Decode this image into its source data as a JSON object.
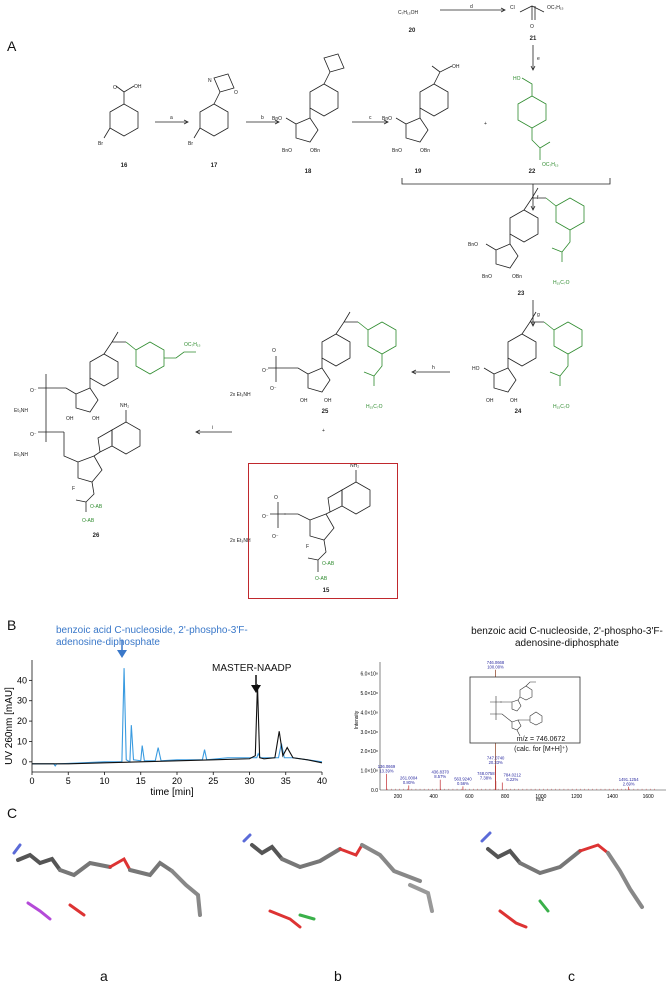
{
  "panels": {
    "A": "A",
    "B": "B",
    "C": "C"
  },
  "scheme": {
    "compounds": [
      {
        "id": "16"
      },
      {
        "id": "17"
      },
      {
        "id": "18"
      },
      {
        "id": "19"
      },
      {
        "id": "20"
      },
      {
        "id": "21"
      },
      {
        "id": "22"
      },
      {
        "id": "23"
      },
      {
        "id": "24"
      },
      {
        "id": "25"
      },
      {
        "id": "15"
      },
      {
        "id": "26"
      }
    ],
    "steps": [
      "a",
      "b",
      "c",
      "d",
      "e",
      "f",
      "g",
      "h",
      "i"
    ],
    "reagent_20": "C₇H₁₅OH",
    "chain_label": "OC₇H₁₅",
    "chain_label_rev": "H₁₅C₇O",
    "oab": "O-AB",
    "salt_25": "2x Et₃NH",
    "salt_26": "Et₃NH",
    "plus": "+",
    "nh2": "NH₂"
  },
  "chromatogram": {
    "annotation_blue": "benzoic acid C-nucleoside, 2'-phospho-3'F-adenosine-diphosphate",
    "annotation_black": "MASTER-NAADP",
    "colors": {
      "blue": "#3a9be0",
      "black": "#111111"
    }
  },
  "chart_data": {
    "type": "line",
    "title": "",
    "xlabel": "time [min]",
    "ylabel": "UV 260nm [mAU]",
    "xlim": [
      0,
      40
    ],
    "ylim": [
      -5,
      50
    ],
    "xticks": [
      0,
      5,
      10,
      15,
      20,
      25,
      30,
      35,
      40
    ],
    "yticks": [
      0,
      10,
      20,
      30,
      40
    ],
    "series": [
      {
        "name": "",
        "color": "#3a9be0",
        "x": [
          0,
          3,
          3.2,
          3.4,
          7,
          10,
          12.4,
          12.7,
          13,
          13.5,
          13.7,
          14,
          15,
          15.2,
          15.5,
          17,
          17.4,
          17.8,
          20,
          23.5,
          23.8,
          24.1,
          27,
          30,
          31,
          31.2,
          31.5,
          32,
          34,
          34.4,
          34.8,
          36,
          38,
          40
        ],
        "y": [
          -1,
          -1,
          -2,
          -1,
          -0.5,
          0,
          0,
          46,
          1,
          0,
          18,
          1,
          0.5,
          8,
          0.5,
          0.5,
          7,
          0.5,
          1,
          1,
          6,
          1,
          2,
          2,
          2,
          4,
          2,
          2,
          2,
          9,
          2,
          2,
          1,
          0
        ]
      },
      {
        "name": "",
        "color": "#111111",
        "x": [
          0,
          5,
          10,
          15,
          20,
          25,
          30,
          30.8,
          31.1,
          31.4,
          32,
          33.5,
          34.1,
          34.6,
          35.2,
          36,
          38,
          40
        ],
        "y": [
          -1,
          -1,
          -0.5,
          0,
          0.5,
          1,
          1.5,
          3,
          38,
          2,
          1.5,
          2,
          15,
          3,
          7,
          2,
          1,
          -0.5
        ]
      }
    ]
  },
  "mass_spec": {
    "title": "benzoic acid C-nucleoside, 2'-phospho-3'F-adenosine-diphosphate",
    "mz": "m/z = 746.0672",
    "calc": "(calc. for [M+H]⁺)",
    "xlabel": "m/z",
    "ylabel": "Intensity",
    "yticks": [
      "1.0×10⁸",
      "2.0×10⁸",
      "3.0×10⁸",
      "4.0×10⁸",
      "5.0×10⁸",
      "6.0×10⁸"
    ],
    "xticks": [
      "200",
      "400",
      "600",
      "800",
      "1000",
      "1200",
      "1400",
      "1600"
    ],
    "peaks": [
      {
        "mz": 136.0669,
        "pct": 13.39,
        "label1": "136.0669",
        "label2": "13.39%"
      },
      {
        "mz": 261.0004,
        "pct": 3.8,
        "label1": "261.0004",
        "label2": "0.80%"
      },
      {
        "mz": 436.837,
        "pct": 8.57,
        "label1": "436.8370",
        "label2": "8.57%"
      },
      {
        "mz": 563.924,
        "pct": 3.0,
        "label1": "563.9240",
        "label2": "0.56%"
      },
      {
        "mz": 746.0668,
        "pct": 100,
        "label1": "746.0668",
        "label2": "100.00%"
      },
      {
        "mz": 747.074,
        "pct": 20.33,
        "label1": "747.0740",
        "label2": "20.33%"
      },
      {
        "mz": 748.0758,
        "pct": 7.38,
        "label1": "748.0758",
        "label2": "7.38%"
      },
      {
        "mz": 784.0212,
        "pct": 6.22,
        "label1": "784.0212",
        "label2": "6.22%"
      },
      {
        "mz": 1491.1254,
        "pct": 2.69,
        "label1": "1491.1254",
        "label2": "2.69%"
      }
    ]
  },
  "structures_3d": {
    "labels": [
      "a",
      "b",
      "c"
    ]
  }
}
